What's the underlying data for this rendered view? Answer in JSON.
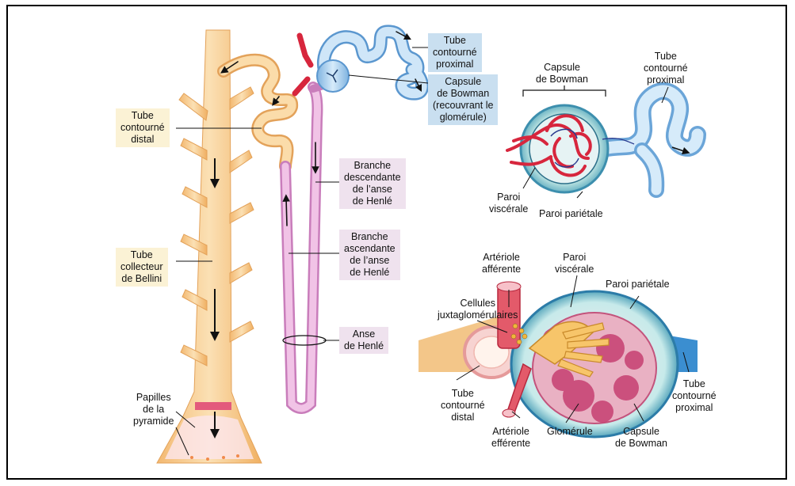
{
  "nephron_labels": {
    "tcp_top": [
      "Tube",
      "contourné",
      "proximal"
    ],
    "capsule_top": [
      "Capsule",
      "de Bowman",
      "(recouvrant le",
      "glomérule)"
    ],
    "tcd": [
      "Tube",
      "contourné",
      "distal"
    ],
    "branche_desc": [
      "Branche",
      "descendante",
      "de l’anse",
      "de Henlé"
    ],
    "branche_asc": [
      "Branche",
      "ascendante",
      "de l’anse",
      "de Henlé"
    ],
    "anse": [
      "Anse",
      "de Henlé"
    ],
    "collecteur": [
      "Tube",
      "collecteur",
      "de Bellini"
    ],
    "papilles": [
      "Papilles",
      "de la",
      "pyramide"
    ]
  },
  "corpuscle_top_labels": {
    "capsule": [
      "Capsule",
      "de Bowman"
    ],
    "tcp": [
      "Tube",
      "contourné",
      "proximal"
    ],
    "paroi_visc": [
      "Paroi",
      "viscérale"
    ],
    "paroi_pari": [
      "Paroi pariétale"
    ]
  },
  "corpuscle_bottom_labels": {
    "art_aff": [
      "Artériole",
      "afférente"
    ],
    "paroi_visc": [
      "Paroi",
      "viscérale"
    ],
    "paroi_pari": [
      "Paroi pariétale"
    ],
    "cellules": [
      "Cellules",
      "juxtaglomérulaires"
    ],
    "tcp": [
      "Tube",
      "contourné",
      "proximal"
    ],
    "tcd": [
      "Tube",
      "contourné",
      "distal"
    ],
    "art_eff": [
      "Artériole",
      "efférente"
    ],
    "glomerule": [
      "Glomérule"
    ],
    "capsule": [
      "Capsule",
      "de Bowman"
    ]
  },
  "colors": {
    "collecting_duct": "#f6c98a",
    "loop_of_henle": "#e6a8d8",
    "proximal_tubule": "#9ec9ec",
    "artery": "#d7263d",
    "label_yellow": "#fbf2d5",
    "label_pink": "#efe2ee",
    "label_blue": "#c9dff0"
  }
}
